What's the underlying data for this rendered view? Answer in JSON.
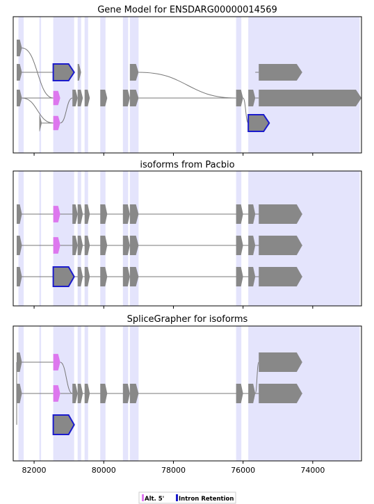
{
  "figure": {
    "panels": [
      {
        "id": "gene-model",
        "title": "Gene Model for ENSDARG00000014569"
      },
      {
        "id": "pacbio",
        "title": "isoforms from Pacbio"
      },
      {
        "id": "splicegrapher",
        "title": "SpliceGrapher for isoforms"
      }
    ],
    "legend": [
      {
        "label": "Alt. 5'",
        "color": "#dd77ee"
      },
      {
        "label": "Intron Retention",
        "color": "#1a1acc"
      }
    ]
  },
  "chart_data": {
    "type": "gene-structure",
    "x_axis": {
      "range": [
        82600,
        72600
      ],
      "reversed": true,
      "ticks": [
        82000,
        80000,
        78000,
        76000,
        74000
      ]
    },
    "highlight_regions": [
      [
        82450,
        82300
      ],
      [
        81850,
        81800
      ],
      [
        81450,
        80850
      ],
      [
        80750,
        80650
      ],
      [
        80550,
        80450
      ],
      [
        80100,
        79950
      ],
      [
        79450,
        79300
      ],
      [
        79250,
        79000
      ],
      [
        76200,
        76050
      ],
      [
        75850,
        72650
      ]
    ],
    "colors": {
      "exon": "#888888",
      "alt5": "#dd77ee",
      "intron_retention": "#1a1acc",
      "highlight": "#e4e4fc"
    },
    "panels": [
      {
        "title": "Gene Model for ENSDARG00000014569",
        "rows": 4,
        "exons": [
          {
            "row": 0,
            "start": 82500,
            "end": 82350,
            "type": "exon"
          },
          {
            "row": 1,
            "start": 82500,
            "end": 82350,
            "type": "exon"
          },
          {
            "row": 1,
            "start": 81450,
            "end": 80850,
            "type": "intron_retention"
          },
          {
            "row": 1,
            "start": 80750,
            "end": 80650,
            "type": "exon"
          },
          {
            "row": 1,
            "start": 79250,
            "end": 79000,
            "type": "exon"
          },
          {
            "row": 1,
            "start": 75550,
            "end": 74300,
            "type": "exon"
          },
          {
            "row": 2,
            "start": 82500,
            "end": 82350,
            "type": "exon"
          },
          {
            "row": 2,
            "start": 81450,
            "end": 81250,
            "type": "alt5"
          },
          {
            "row": 2,
            "start": 80900,
            "end": 80750,
            "type": "exon"
          },
          {
            "row": 2,
            "start": 80750,
            "end": 80600,
            "type": "exon"
          },
          {
            "row": 2,
            "start": 80550,
            "end": 80400,
            "type": "exon"
          },
          {
            "row": 2,
            "start": 80100,
            "end": 79900,
            "type": "exon"
          },
          {
            "row": 2,
            "start": 79450,
            "end": 79250,
            "type": "exon"
          },
          {
            "row": 2,
            "start": 79250,
            "end": 79000,
            "type": "exon"
          },
          {
            "row": 2,
            "start": 76200,
            "end": 76000,
            "type": "exon"
          },
          {
            "row": 2,
            "start": 75850,
            "end": 75650,
            "type": "exon"
          },
          {
            "row": 2,
            "start": 75550,
            "end": 72600,
            "type": "exon"
          },
          {
            "row": 3,
            "start": 81850,
            "end": 81780,
            "type": "exon"
          },
          {
            "row": 3,
            "start": 81450,
            "end": 81250,
            "type": "alt5"
          },
          {
            "row": 3,
            "start": 75850,
            "end": 75250,
            "type": "intron_retention"
          }
        ],
        "introns": [
          {
            "row": 0,
            "from": 82350,
            "to_row": 2,
            "to": 81450
          },
          {
            "row": 1,
            "from": 82350,
            "to_row": 1,
            "to": 81450
          },
          {
            "row": 1,
            "from": 79000,
            "to_row": 2,
            "to": 76200
          },
          {
            "row": 2,
            "from": 82350,
            "to_row": 2,
            "to": 81450
          },
          {
            "row": 2,
            "from": 79000,
            "to_row": 2,
            "to": 76200
          },
          {
            "row": 2,
            "from": 75650,
            "to_row": 2,
            "to": 75550
          },
          {
            "row": 2,
            "from": 76000,
            "to_row": 3,
            "to": 75850
          },
          {
            "row": 2,
            "from": 82350,
            "to_row": 3,
            "to": 81450
          },
          {
            "row": 3,
            "from": 81780,
            "to_row": 3,
            "to": 81450
          },
          {
            "row": 3,
            "from": 81250,
            "to_row": 2,
            "to": 80900
          },
          {
            "row": 1,
            "from": 75650,
            "to_row": 1,
            "to": 75550
          }
        ]
      },
      {
        "title": "isoforms from Pacbio",
        "rows": 3,
        "exons": [
          {
            "row": 0,
            "start": 82500,
            "end": 82350,
            "type": "exon"
          },
          {
            "row": 0,
            "start": 81450,
            "end": 81250,
            "type": "alt5"
          },
          {
            "row": 0,
            "start": 80900,
            "end": 80750,
            "type": "exon"
          },
          {
            "row": 0,
            "start": 80750,
            "end": 80600,
            "type": "exon"
          },
          {
            "row": 0,
            "start": 80550,
            "end": 80400,
            "type": "exon"
          },
          {
            "row": 0,
            "start": 80100,
            "end": 79900,
            "type": "exon"
          },
          {
            "row": 0,
            "start": 79450,
            "end": 79250,
            "type": "exon"
          },
          {
            "row": 0,
            "start": 79250,
            "end": 79000,
            "type": "exon"
          },
          {
            "row": 0,
            "start": 76200,
            "end": 76000,
            "type": "exon"
          },
          {
            "row": 0,
            "start": 75850,
            "end": 75650,
            "type": "exon"
          },
          {
            "row": 0,
            "start": 75550,
            "end": 74300,
            "type": "exon"
          },
          {
            "row": 1,
            "start": 82500,
            "end": 82350,
            "type": "exon"
          },
          {
            "row": 1,
            "start": 81450,
            "end": 81250,
            "type": "alt5"
          },
          {
            "row": 1,
            "start": 80900,
            "end": 80750,
            "type": "exon"
          },
          {
            "row": 1,
            "start": 80750,
            "end": 80600,
            "type": "exon"
          },
          {
            "row": 1,
            "start": 80550,
            "end": 80400,
            "type": "exon"
          },
          {
            "row": 1,
            "start": 80100,
            "end": 79900,
            "type": "exon"
          },
          {
            "row": 1,
            "start": 79450,
            "end": 79250,
            "type": "exon"
          },
          {
            "row": 1,
            "start": 79250,
            "end": 79000,
            "type": "exon"
          },
          {
            "row": 1,
            "start": 76200,
            "end": 76000,
            "type": "exon"
          },
          {
            "row": 1,
            "start": 75850,
            "end": 75650,
            "type": "exon"
          },
          {
            "row": 1,
            "start": 75550,
            "end": 74300,
            "type": "exon"
          },
          {
            "row": 2,
            "start": 82500,
            "end": 82350,
            "type": "exon"
          },
          {
            "row": 2,
            "start": 81450,
            "end": 80850,
            "type": "intron_retention"
          },
          {
            "row": 2,
            "start": 80750,
            "end": 80600,
            "type": "exon"
          },
          {
            "row": 2,
            "start": 80550,
            "end": 80400,
            "type": "exon"
          },
          {
            "row": 2,
            "start": 80100,
            "end": 79900,
            "type": "exon"
          },
          {
            "row": 2,
            "start": 79450,
            "end": 79250,
            "type": "exon"
          },
          {
            "row": 2,
            "start": 79250,
            "end": 79000,
            "type": "exon"
          },
          {
            "row": 2,
            "start": 76200,
            "end": 76000,
            "type": "exon"
          },
          {
            "row": 2,
            "start": 75850,
            "end": 75650,
            "type": "exon"
          },
          {
            "row": 2,
            "start": 75550,
            "end": 74300,
            "type": "exon"
          }
        ],
        "introns": [
          {
            "row": 0,
            "from": 82500,
            "to_row": 0,
            "to": 74300
          },
          {
            "row": 1,
            "from": 82500,
            "to_row": 1,
            "to": 74300
          },
          {
            "row": 2,
            "from": 82500,
            "to_row": 2,
            "to": 74300
          }
        ]
      },
      {
        "title": "SpliceGrapher for isoforms",
        "rows": 3,
        "exons": [
          {
            "row": 0,
            "start": 82500,
            "end": 82350,
            "type": "exon"
          },
          {
            "row": 0,
            "start": 81450,
            "end": 81250,
            "type": "alt5"
          },
          {
            "row": 0,
            "start": 75550,
            "end": 74300,
            "type": "exon"
          },
          {
            "row": 1,
            "start": 82500,
            "end": 82350,
            "type": "exon"
          },
          {
            "row": 1,
            "start": 81450,
            "end": 81250,
            "type": "alt5"
          },
          {
            "row": 1,
            "start": 80900,
            "end": 80750,
            "type": "exon"
          },
          {
            "row": 1,
            "start": 80750,
            "end": 80600,
            "type": "exon"
          },
          {
            "row": 1,
            "start": 80550,
            "end": 80400,
            "type": "exon"
          },
          {
            "row": 1,
            "start": 80100,
            "end": 79900,
            "type": "exon"
          },
          {
            "row": 1,
            "start": 79450,
            "end": 79250,
            "type": "exon"
          },
          {
            "row": 1,
            "start": 79250,
            "end": 79000,
            "type": "exon"
          },
          {
            "row": 1,
            "start": 76200,
            "end": 76000,
            "type": "exon"
          },
          {
            "row": 1,
            "start": 75850,
            "end": 75650,
            "type": "exon"
          },
          {
            "row": 1,
            "start": 75550,
            "end": 74300,
            "type": "exon"
          },
          {
            "row": 2,
            "start": 81450,
            "end": 80850,
            "type": "intron_retention"
          }
        ],
        "introns": [
          {
            "row": 0,
            "from": 82350,
            "to_row": 0,
            "to": 81450
          },
          {
            "row": 1,
            "from": 82350,
            "to_row": 1,
            "to": 81450
          },
          {
            "row": 1,
            "from": 81250,
            "to_row": 1,
            "to": 74300
          },
          {
            "row": 1,
            "from": 75650,
            "to_row": 0,
            "to": 75550
          },
          {
            "row": 0,
            "from": 81250,
            "to_row": 1,
            "to": 80900
          },
          {
            "row": 2,
            "from": 82500,
            "to_row": 0,
            "to": 82500
          }
        ]
      }
    ]
  }
}
